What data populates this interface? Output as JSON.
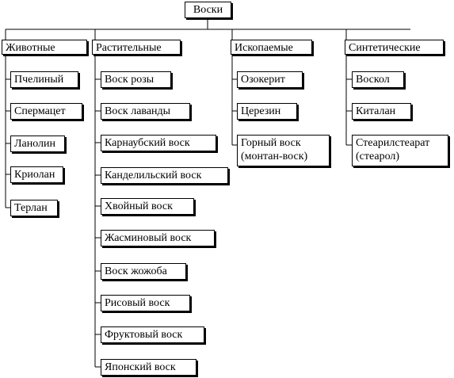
{
  "root": "Воски",
  "categories": [
    {
      "title": "Животные",
      "items": [
        "Пчелиный",
        "Спермацет",
        "Ланолин",
        "Криолан",
        "Терлан"
      ]
    },
    {
      "title": "Растительные",
      "items": [
        "Воск розы",
        "Воск лаванды",
        "Карнаубский воск",
        "Канделильский воск",
        "Хвойный воск",
        "Жасминовый воск",
        "Воск жожоба",
        "Рисовый воск",
        "Фруктовый воск",
        "Японский воск"
      ]
    },
    {
      "title": "Ископаемые",
      "items": [
        "Озокерит",
        "Церезин",
        "Горный воск (монтан-воск)"
      ]
    },
    {
      "title": "Синтетические",
      "items": [
        "Воскол",
        "Киталан",
        "Стеарилстеарат (стеарол)"
      ]
    }
  ]
}
